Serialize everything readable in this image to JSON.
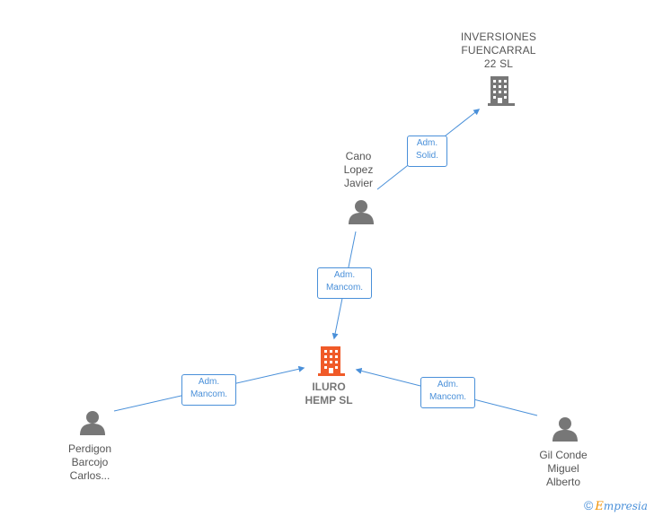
{
  "nodes": {
    "inversiones": {
      "lines": [
        "INVERSIONES",
        "FUENCARRAL",
        "22  SL"
      ]
    },
    "cano": {
      "lines": [
        "Cano",
        "Lopez",
        "Javier"
      ]
    },
    "iluro": {
      "lines": [
        "ILURO",
        "HEMP  SL"
      ]
    },
    "perdigon": {
      "lines": [
        "Perdigon",
        "Barcojo",
        "Carlos..."
      ]
    },
    "gilconde": {
      "lines": [
        "Gil Conde",
        "Miguel",
        "Alberto"
      ]
    }
  },
  "edges": {
    "cano_to_inversiones": {
      "lines": [
        "Adm.",
        "Solid."
      ]
    },
    "cano_to_iluro": {
      "lines": [
        "Adm.",
        "Mancom."
      ]
    },
    "perdigon_to_iluro": {
      "lines": [
        "Adm.",
        "Mancom."
      ]
    },
    "gilconde_to_iluro": {
      "lines": [
        "Adm.",
        "Mancom."
      ]
    }
  },
  "colors": {
    "edge": "#4a90d9",
    "person": "#777777",
    "company": "#777777",
    "main_company": "#f05a28"
  },
  "brand": {
    "copyright": "©",
    "initial": "E",
    "rest": "mpresia"
  }
}
